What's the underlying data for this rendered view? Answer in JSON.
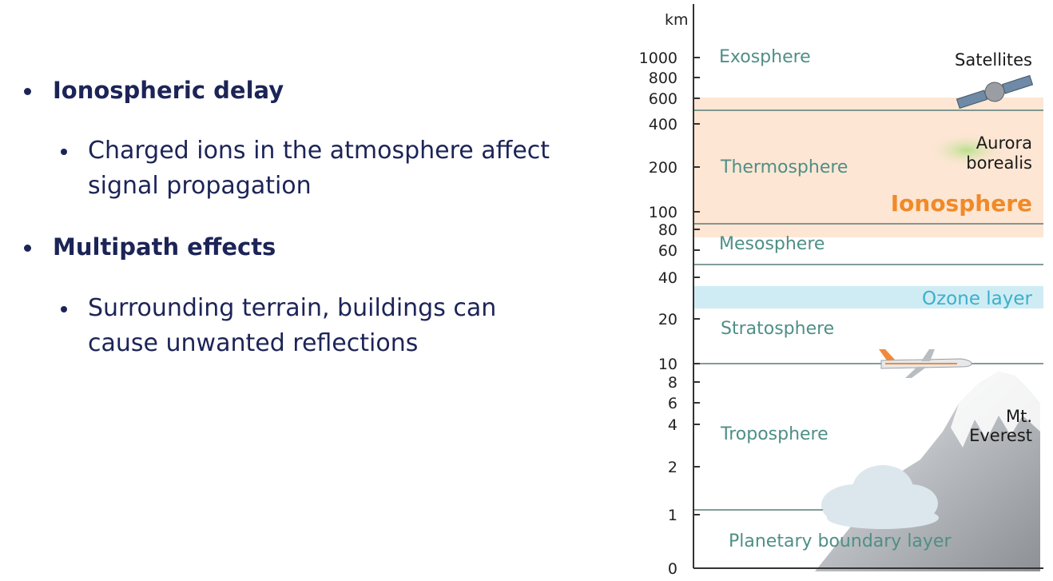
{
  "bullets": [
    {
      "heading": "Ionospheric delay",
      "sub": [
        "Charged ions in the atmosphere affect",
        "signal propagation"
      ]
    },
    {
      "heading": "Multipath effects",
      "sub": [
        "Surrounding terrain, buildings can",
        "cause unwanted reflections"
      ]
    }
  ],
  "diagram": {
    "axis_unit": "km",
    "tick_labels": [
      "1000",
      "800",
      "600",
      "400",
      "200",
      "100",
      "80",
      "60",
      "40",
      "20",
      "10",
      "8",
      "6",
      "4",
      "2",
      "1",
      "0"
    ],
    "layers": {
      "exosphere": "Exosphere",
      "thermosphere": "Thermosphere",
      "mesosphere": "Mesosphere",
      "stratosphere": "Stratosphere",
      "troposphere": "Troposphere",
      "boundary": "Planetary boundary layer"
    },
    "bands": {
      "ionosphere": "Ionosphere",
      "ozone": "Ozone layer"
    },
    "annotations": {
      "satellites": "Satellites",
      "aurora_1": "Aurora",
      "aurora_2": "borealis",
      "everest_1": "Mt.",
      "everest_2": "Everest"
    },
    "colors": {
      "ionosphere_band": "#fde6d4",
      "ionosphere_text": "#f08a28",
      "ozone_band": "#cfecf4",
      "ozone_text": "#3bb0c9",
      "layer_text": "#4f8f86",
      "boundary_line": "#5a7d78"
    }
  }
}
